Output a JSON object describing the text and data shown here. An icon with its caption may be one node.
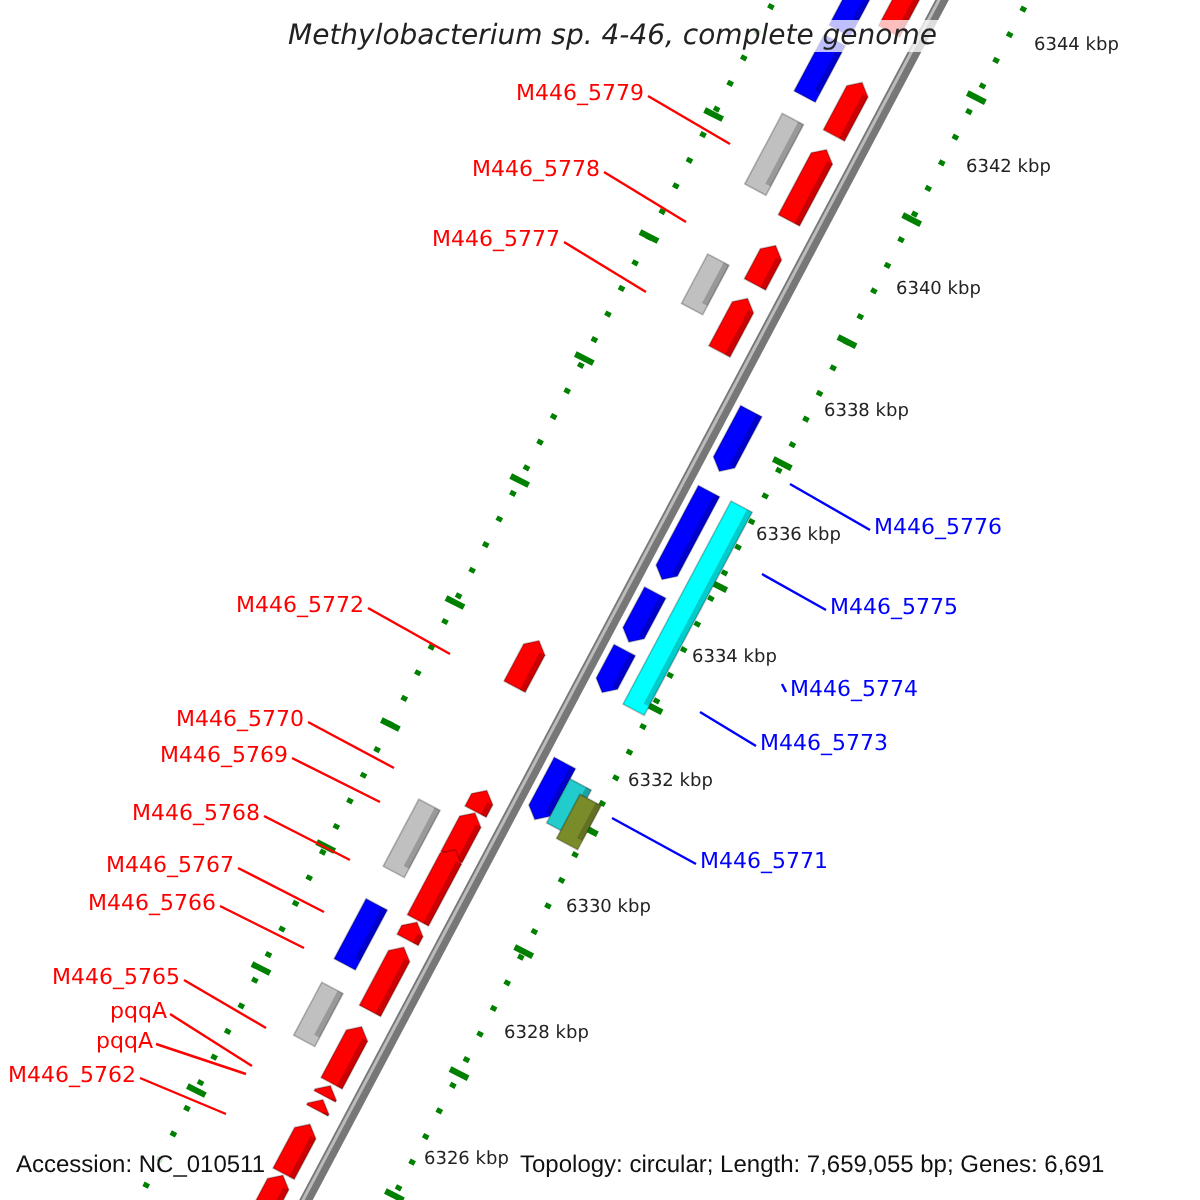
{
  "diagram": {
    "title": "Methylobacterium sp. 4-46, complete genome",
    "nodes": [
      {
        "text": [
          "M446_5779"
        ]
      },
      {
        "text": [
          "M446_5778"
        ]
      },
      {
        "text": [
          "M446_5777"
        ]
      },
      {
        "text": [
          "M446_5776"
        ]
      },
      {
        "text": [
          "M446_5775"
        ]
      },
      {
        "text": [
          "M446_5774"
        ]
      },
      {
        "text": [
          "M446_5773"
        ]
      },
      {
        "text": [
          "M446_5772"
        ]
      },
      {
        "text": [
          "M446_5771"
        ]
      },
      {
        "text": [
          "M446_5770"
        ]
      },
      {
        "text": [
          "M446_5769"
        ]
      },
      {
        "text": [
          "M446_5768"
        ]
      },
      {
        "text": [
          "M446_5767"
        ]
      },
      {
        "text": [
          "M446_5766"
        ]
      },
      {
        "text": [
          "M446_5765"
        ]
      },
      {
        "text": [
          "pqqA"
        ]
      },
      {
        "text": [
          "pqqA"
        ]
      },
      {
        "text": [
          "M446_5762"
        ]
      }
    ],
    "edges": [
      {
        "from": 0,
        "to": null,
        "arrow": "none",
        "color": "#ff0000"
      },
      {
        "from": 1,
        "to": null,
        "arrow": "none",
        "color": "#ff0000"
      },
      {
        "from": 2,
        "to": null,
        "arrow": "none",
        "color": "#ff0000"
      },
      {
        "from": 3,
        "to": null,
        "arrow": "none",
        "color": "#0000ff"
      },
      {
        "from": 4,
        "to": null,
        "arrow": "none",
        "color": "#0000ff"
      },
      {
        "from": 5,
        "to": null,
        "arrow": "none",
        "color": "#0000ff"
      },
      {
        "from": 6,
        "to": null,
        "arrow": "none",
        "color": "#0000ff"
      },
      {
        "from": 7,
        "to": null,
        "arrow": "none",
        "color": "#ff0000"
      },
      {
        "from": 8,
        "to": null,
        "arrow": "none",
        "color": "#0000ff"
      },
      {
        "from": 9,
        "to": null,
        "arrow": "none",
        "color": "#ff0000"
      },
      {
        "from": 10,
        "to": null,
        "arrow": "none",
        "color": "#ff0000"
      },
      {
        "from": 11,
        "to": null,
        "arrow": "none",
        "color": "#ff0000"
      },
      {
        "from": 12,
        "to": null,
        "arrow": "none",
        "color": "#ff0000"
      },
      {
        "from": 13,
        "to": null,
        "arrow": "none",
        "color": "#ff0000"
      },
      {
        "from": 14,
        "to": null,
        "arrow": "none",
        "color": "#ff0000"
      },
      {
        "from": 15,
        "to": null,
        "arrow": "none",
        "color": "#ff0000"
      },
      {
        "from": 16,
        "to": null,
        "arrow": "none",
        "color": "#ff0000"
      },
      {
        "from": 17,
        "to": null,
        "arrow": "none",
        "color": "#ff0000"
      }
    ],
    "labels": [
      "6344 kbp",
      "6342 kbp",
      "6340 kbp",
      "6338 kbp",
      "6336 kbp",
      "6334 kbp",
      "6332 kbp",
      "6330 kbp",
      "6328 kbp",
      "6326 kbp",
      "Accession: NC_010511",
      "Topology: circular; Length: 7,659,055 bp; Genes: 6,691"
    ]
  }
}
